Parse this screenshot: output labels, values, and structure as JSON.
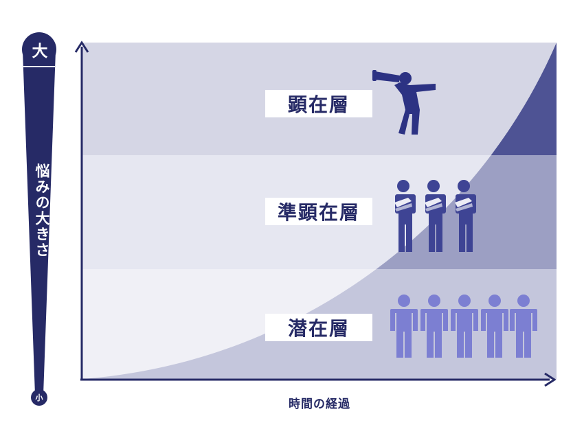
{
  "tiers": [
    {
      "label": "顕在層",
      "icon": "telescope-person-icon",
      "count": 1
    },
    {
      "label": "準顕在層",
      "icon": "arms-crossed-person-icon",
      "count": 3
    },
    {
      "label": "潜在層",
      "icon": "standing-person-icon",
      "count": 5
    }
  ],
  "y_axis": {
    "title": "悩みの大きさ",
    "top_label": "大",
    "bottom_label": "小"
  },
  "x_axis": {
    "title": "時間の経過"
  },
  "colors": {
    "navy": "#262a66",
    "band_top": "#d5d6e5",
    "band_mid": "#e6e7f1",
    "band_bottom": "#f0f0f6",
    "curve_top": "#4e5394",
    "curve_mid": "#9c9fc3",
    "curve_bottom": "#c4c6dc",
    "person_navy": "#2c3283",
    "person_mid": "#3e4494",
    "person_light": "#7c7fd2"
  }
}
